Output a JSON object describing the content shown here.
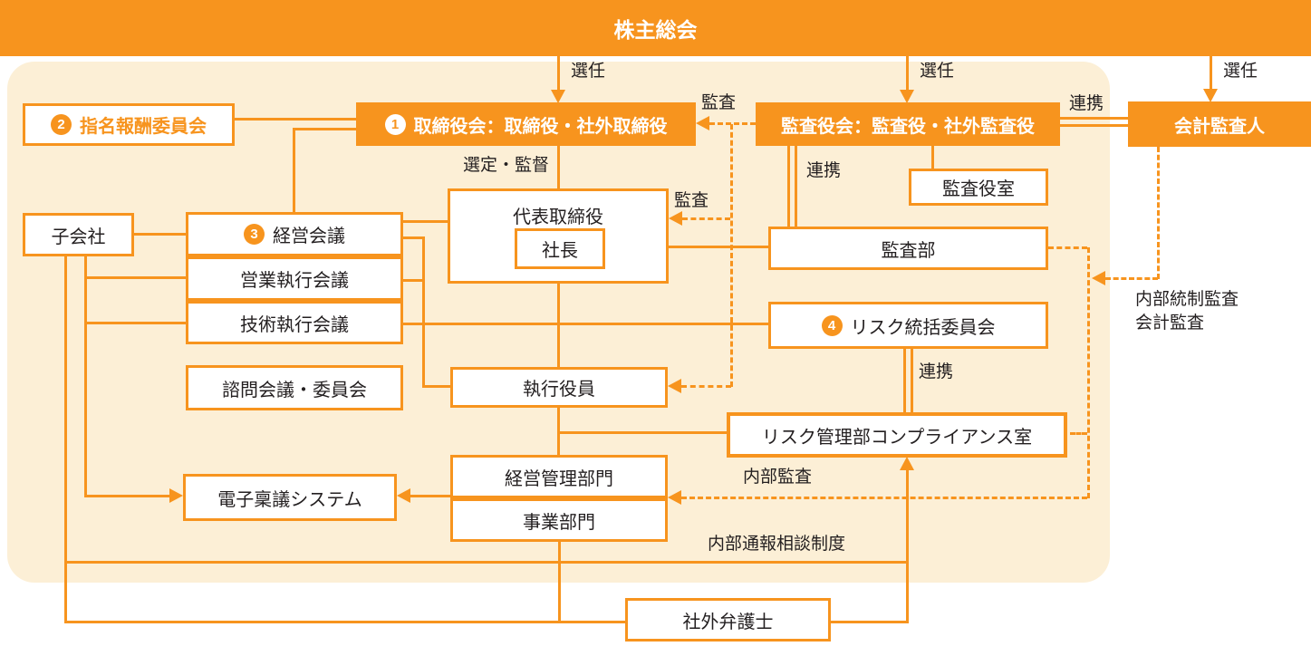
{
  "colors": {
    "orange": "#F7941E",
    "cream": "#FCEFD6",
    "ink": "#231F20"
  },
  "banner": {
    "title": "株主総会"
  },
  "nodes": {
    "shimei": {
      "num": "2",
      "label": "指名報酬委員会"
    },
    "torishimariyakukai": {
      "num": "1",
      "label": "取締役会：取締役・社外取締役"
    },
    "kansayakukai": {
      "label": "監査役会：監査役・社外監査役"
    },
    "kaikeikansanin": {
      "label": "会計監査人"
    },
    "kansayakushitsu": {
      "label": "監査役室"
    },
    "kogaisha": {
      "label": "子会社"
    },
    "keieikaigi": {
      "num": "3",
      "label": "経営会議"
    },
    "eigyoshikkoukaigi": {
      "label": "営業執行会議"
    },
    "gijutsushikkoukaigi": {
      "label": "技術執行会議"
    },
    "shimonkaigi": {
      "label": "諮問会議・委員会"
    },
    "daihyotorishimariyaku": {
      "label": "代表取締役"
    },
    "shacho": {
      "label": "社長"
    },
    "kansabu": {
      "label": "監査部"
    },
    "riskutoukatsu": {
      "num": "4",
      "label": "リスク統括委員会"
    },
    "shikkouyakuin": {
      "label": "執行役員"
    },
    "riskukanribu": {
      "label": "リスク管理部コンプライアンス室"
    },
    "keieikanribumon": {
      "label": "経営管理部門"
    },
    "jigyobumon": {
      "label": "事業部門"
    },
    "denshiringi": {
      "label": "電子稟議システム"
    },
    "shagaibengoshi": {
      "label": "社外弁護士"
    }
  },
  "edge_labels": {
    "senin": "選任",
    "kansa": "監査",
    "renkei": "連携",
    "sentei_kantoku": "選定・監督",
    "naibu_tousei_kansa": "内部統制監査",
    "kaikei_kansa": "会計監査",
    "naibu_kansa": "内部監査",
    "naibu_tsuho": "内部通報相談制度"
  }
}
